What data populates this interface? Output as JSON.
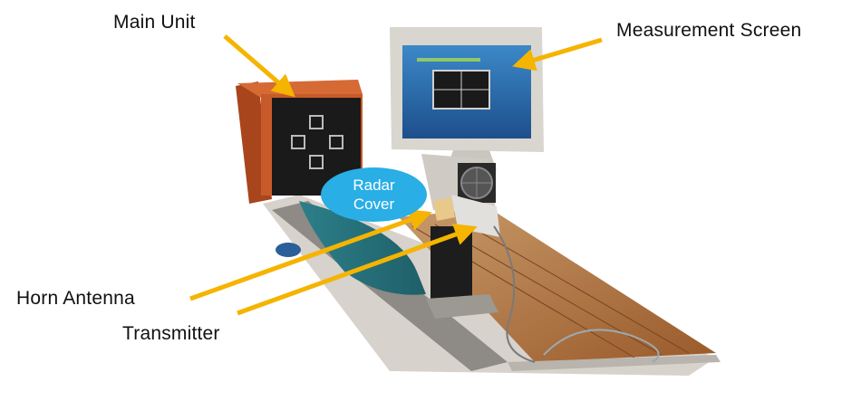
{
  "labels": {
    "main_unit": "Main Unit",
    "measurement_screen": "Measurement Screen",
    "horn_antenna": "Horn Antenna",
    "transmitter": "Transmitter",
    "radar_cover_line1": "Radar",
    "radar_cover_line2": "Cover"
  },
  "colors": {
    "arrow": "#f5b400",
    "bubble": "#29aee6",
    "main_unit_body": "#c85a2a",
    "monitor_screen": "#2a64a8"
  }
}
